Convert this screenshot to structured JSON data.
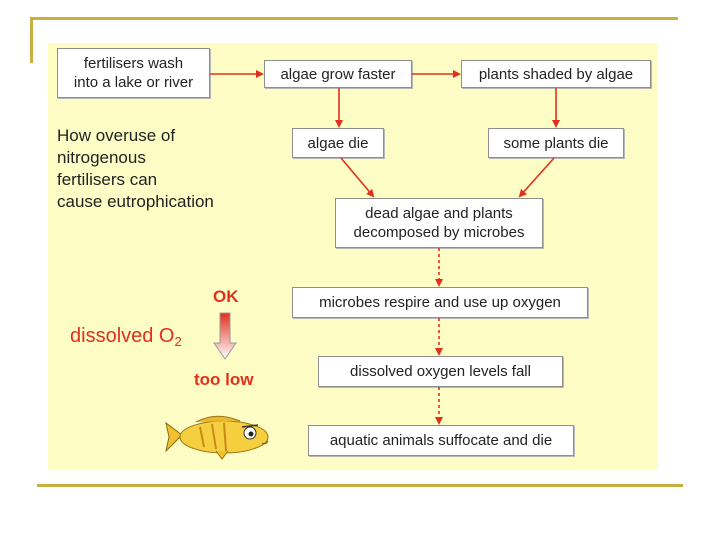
{
  "title_text": "How overuse of\nnitrogenous\nfertilisers can\ncause eutrophication",
  "nodes": {
    "wash": "fertilisers wash\ninto a lake or river",
    "grow": "algae grow faster",
    "shaded": "plants shaded by algae",
    "algae_die": "algae die",
    "plants_die": "some plants die",
    "decomposed": "dead algae and plants\ndecomposed by microbes",
    "respire": "microbes respire and use up oxygen",
    "fall": "dissolved oxygen levels fall",
    "suffocate": "aquatic animals suffocate and die"
  },
  "oxygen_scale": {
    "top_label": "OK",
    "bottom_label": "too low",
    "name": "dissolved O",
    "subscript": "2"
  },
  "colors": {
    "arrow": "#e0301e",
    "background": "#fefdc6",
    "frame": "#c8b040",
    "label_red": "#e0301e"
  }
}
